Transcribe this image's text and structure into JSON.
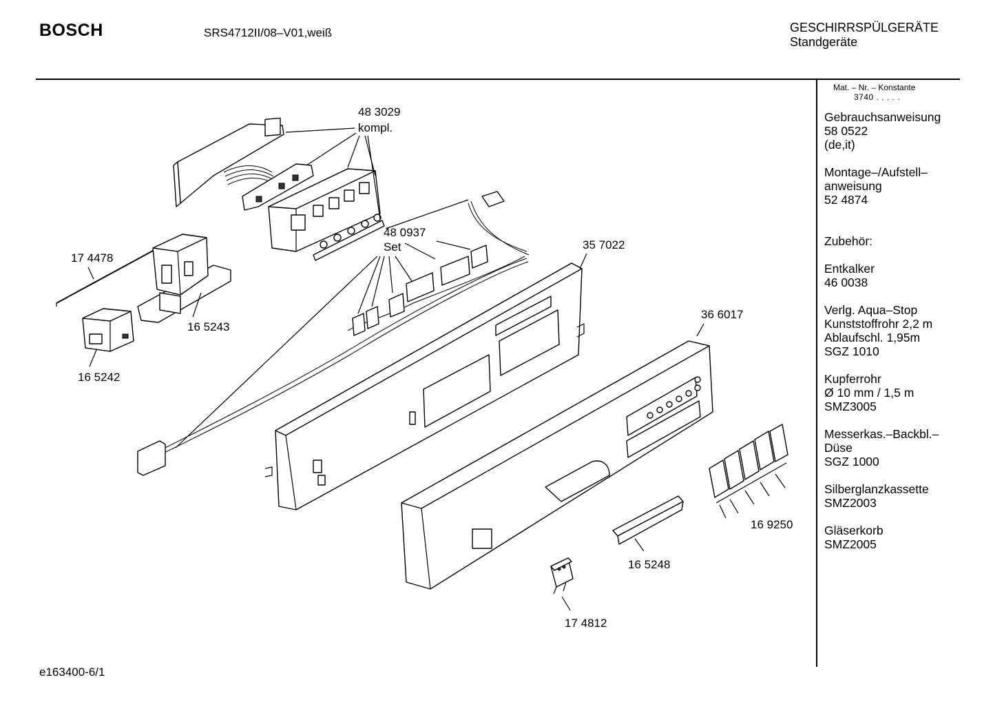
{
  "header": {
    "brand": "BOSCH",
    "model": "SRS4712II/08–V01,weiß",
    "category_line1": "GESCHIRRSPÜLGERÄTE",
    "category_line2": "Standgeräte"
  },
  "sidebar": {
    "mat_header": "Mat. – Nr. – Konstante",
    "mat_value": "3740 . . . . .",
    "blocks": [
      {
        "lines": [
          "Gebrauchsanweisung",
          "58 0522",
          "(de,it)"
        ]
      },
      {
        "lines": [
          "Montage–/Aufstell–",
          "anweisung",
          "52 4874"
        ]
      },
      {
        "lines": [
          "",
          "Zubehör:"
        ]
      },
      {
        "lines": [
          "Entkalker",
          "46 0038"
        ]
      },
      {
        "lines": [
          "Verlg. Aqua–Stop",
          "Kunststoffrohr 2,2 m",
          "Ablaufschl. 1,95m",
          "SGZ 1010"
        ]
      },
      {
        "lines": [
          "Kupferrohr",
          "Ø 10 mm / 1,5 m",
          "SMZ3005"
        ]
      },
      {
        "lines": [
          "Messerkas.–Backbl.–",
          "Düse",
          "SGZ 1000"
        ]
      },
      {
        "lines": [
          "Silberglanzkassette",
          "SMZ2003"
        ]
      },
      {
        "lines": [
          "Gläserkorb",
          "SMZ2005"
        ]
      }
    ]
  },
  "parts": {
    "p483029": {
      "number": "48 3029",
      "note": "kompl."
    },
    "p480937": {
      "number": "48 0937",
      "note": "Set"
    },
    "p174478": {
      "number": "17 4478"
    },
    "p165243": {
      "number": "16 5243"
    },
    "p165242": {
      "number": "16 5242"
    },
    "p357022": {
      "number": "35 7022"
    },
    "p366017": {
      "number": "36 6017"
    },
    "p169250": {
      "number": "16 9250"
    },
    "p165248": {
      "number": "16 5248"
    },
    "p174812": {
      "number": "17 4812"
    }
  },
  "footer": {
    "drawing_id": "e163400-6/1"
  }
}
